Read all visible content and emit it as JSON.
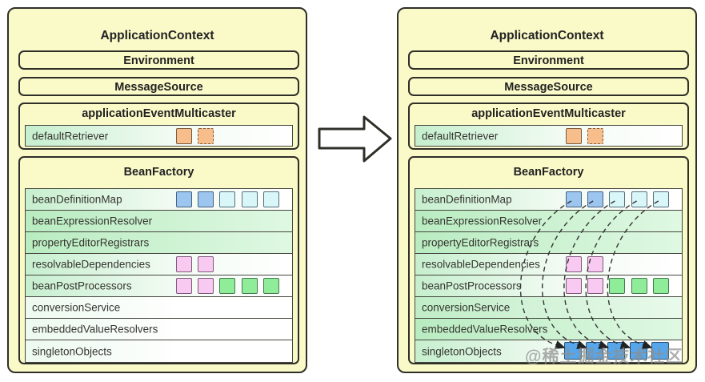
{
  "watermark": "@稀土掘金技术社区",
  "arrow": {
    "direction": "right"
  },
  "colors": {
    "panel_fill": "#FAF9C8",
    "panel_border": "#2F2F2A",
    "row_border": "#45453E",
    "link_color": "#333333",
    "squares": {
      "blue": {
        "fill": "#9CC5F0",
        "border": "#44607E"
      },
      "cyan": {
        "fill": "#D9F6F9",
        "border": "#53707B"
      },
      "pink": {
        "fill": "#F8C9F1",
        "border": "#7E5878"
      },
      "green": {
        "fill": "#8FEC99",
        "border": "#457A4E"
      },
      "orange": {
        "fill": "#F7BE8C",
        "border": "#7A5A3C"
      },
      "dodger": {
        "fill": "#55A6EB",
        "border": "#2B4F70"
      }
    }
  },
  "diagrams": [
    {
      "id": "before",
      "title": "ApplicationContext",
      "plain_boxes": [
        "Environment",
        "MessageSource"
      ],
      "multicaster": {
        "title": "applicationEventMulticaster",
        "row": {
          "label": "defaultRetriever",
          "bg": "fade",
          "squares": [
            {
              "color": "orange",
              "dashed": false
            },
            {
              "color": "orange",
              "dashed": true
            }
          ]
        }
      },
      "bean_factory": {
        "title": "BeanFactory",
        "rows": [
          {
            "label": "beanDefinitionMap",
            "bg": "fade",
            "squares": [
              {
                "color": "blue"
              },
              {
                "color": "blue"
              },
              {
                "color": "cyan"
              },
              {
                "color": "cyan"
              },
              {
                "color": "cyan"
              }
            ]
          },
          {
            "label": "beanExpressionResolver",
            "bg": "green",
            "squares": []
          },
          {
            "label": "propertyEditorRegistrars",
            "bg": "green",
            "squares": []
          },
          {
            "label": "resolvableDependencies",
            "bg": "fade",
            "squares": [
              {
                "color": "pink"
              },
              {
                "color": "pink"
              }
            ]
          },
          {
            "label": "beanPostProcessors",
            "bg": "fade",
            "squares": [
              {
                "color": "pink"
              },
              {
                "color": "pink"
              },
              {
                "color": "green"
              },
              {
                "color": "green"
              },
              {
                "color": "green"
              }
            ]
          },
          {
            "label": "conversionService",
            "bg": "light",
            "squares": []
          },
          {
            "label": "embeddedValueResolvers",
            "bg": "light",
            "squares": []
          },
          {
            "label": "singletonObjects",
            "bg": "light",
            "squares": []
          }
        ]
      },
      "links": null
    },
    {
      "id": "after",
      "title": "ApplicationContext",
      "plain_boxes": [
        "Environment",
        "MessageSource"
      ],
      "multicaster": {
        "title": "applicationEventMulticaster",
        "row": {
          "label": "defaultRetriever",
          "bg": "fade",
          "squares": [
            {
              "color": "orange",
              "dashed": false
            },
            {
              "color": "orange",
              "dashed": true
            }
          ]
        }
      },
      "bean_factory": {
        "title": "BeanFactory",
        "rows": [
          {
            "label": "beanDefinitionMap",
            "bg": "fade",
            "squares": [
              {
                "color": "blue"
              },
              {
                "color": "blue"
              },
              {
                "color": "cyan"
              },
              {
                "color": "cyan"
              },
              {
                "color": "cyan"
              }
            ]
          },
          {
            "label": "beanExpressionResolver",
            "bg": "green",
            "squares": []
          },
          {
            "label": "propertyEditorRegistrars",
            "bg": "green",
            "squares": []
          },
          {
            "label": "resolvableDependencies",
            "bg": "fade",
            "squares": [
              {
                "color": "pink"
              },
              {
                "color": "pink"
              }
            ]
          },
          {
            "label": "beanPostProcessors",
            "bg": "fade",
            "squares": [
              {
                "color": "pink"
              },
              {
                "color": "pink"
              },
              {
                "color": "green"
              },
              {
                "color": "green"
              },
              {
                "color": "green"
              }
            ]
          },
          {
            "label": "conversionService",
            "bg": "greenfade",
            "squares": []
          },
          {
            "label": "embeddedValueResolvers",
            "bg": "green",
            "squares": []
          },
          {
            "label": "singletonObjects",
            "bg": "fade",
            "squares": [
              {
                "color": "dodger"
              },
              {
                "color": "dodger"
              },
              {
                "color": "dodger"
              },
              {
                "color": "dodger"
              },
              {
                "color": "dodger"
              }
            ]
          }
        ]
      },
      "links": {
        "from_row": "beanDefinitionMap",
        "to_row": "singletonObjects",
        "count": 5,
        "style": "dashed-curve"
      }
    }
  ]
}
